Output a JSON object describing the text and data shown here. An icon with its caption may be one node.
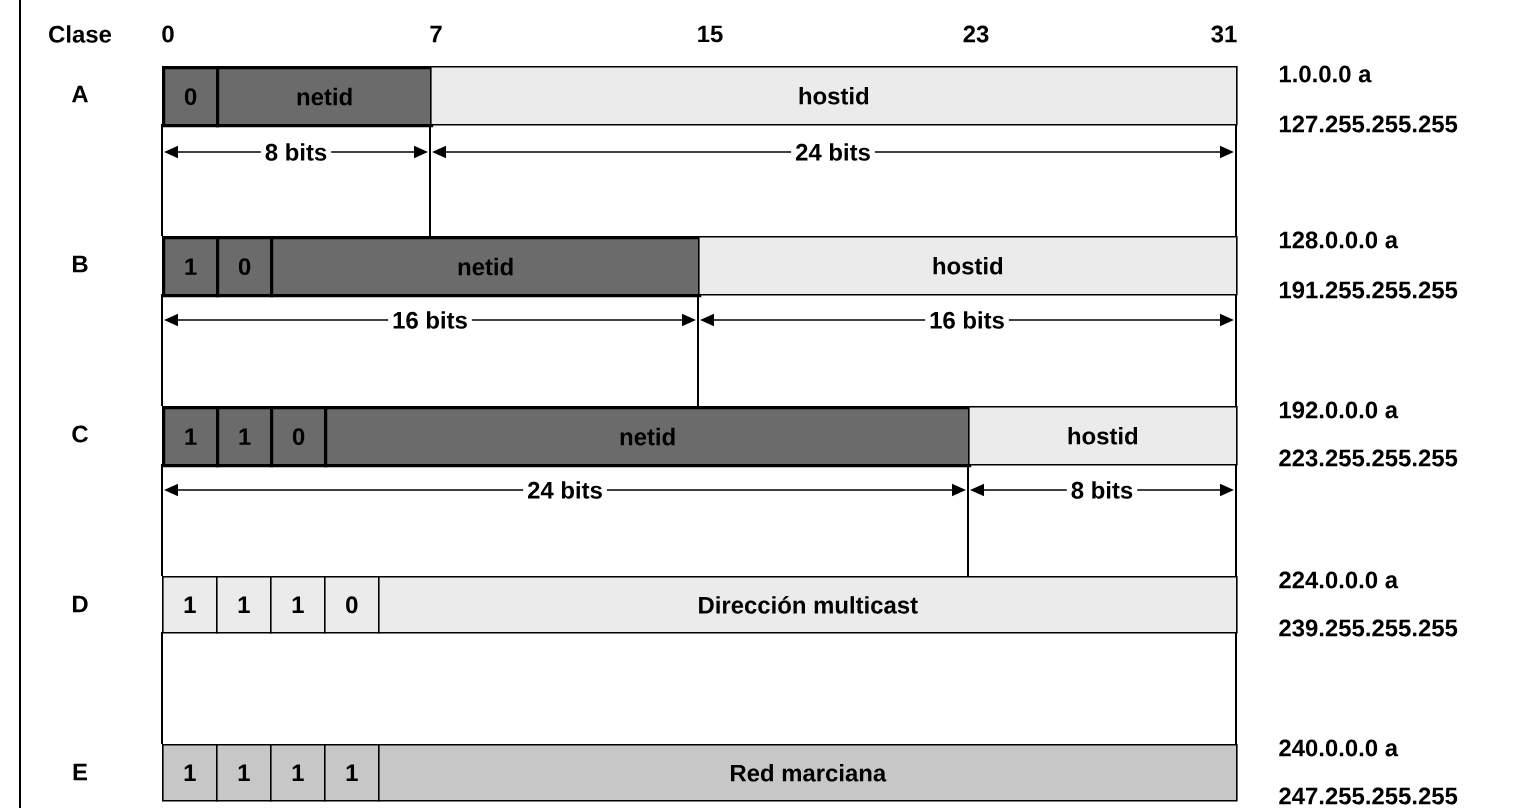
{
  "diagram": {
    "nodes": [
      {
        "text": [
          "0"
        ]
      },
      {
        "text": [
          "netid"
        ]
      },
      {
        "text": [
          "hostid"
        ]
      },
      {
        "text": [
          "1"
        ]
      },
      {
        "text": [
          "0"
        ]
      },
      {
        "text": [
          "netid"
        ]
      },
      {
        "text": [
          "hostid"
        ]
      },
      {
        "text": [
          "1"
        ]
      },
      {
        "text": [
          "1"
        ]
      },
      {
        "text": [
          "0"
        ]
      },
      {
        "text": [
          "netid"
        ]
      },
      {
        "text": [
          "hostid"
        ]
      },
      {
        "text": [
          "1"
        ]
      },
      {
        "text": [
          "1"
        ]
      },
      {
        "text": [
          "1"
        ]
      },
      {
        "text": [
          "0"
        ]
      },
      {
        "text": [
          "Dirección multicast"
        ]
      },
      {
        "text": [
          "1"
        ]
      },
      {
        "text": [
          "1"
        ]
      },
      {
        "text": [
          "1"
        ]
      },
      {
        "text": [
          "1"
        ]
      },
      {
        "text": [
          "Red marciana"
        ]
      }
    ],
    "labels": [
      "Clase",
      "0",
      "7",
      "15",
      "23",
      "31",
      "A",
      "1.0.0.0   a",
      "127.255.255.255",
      "8 bits",
      "24 bits",
      "B",
      "128.0.0.0   a",
      "191.255.255.255",
      "16 bits",
      "16 bits",
      "C",
      "192.0.0.0  a",
      "223.255.255.255",
      "24 bits",
      "8 bits",
      "D",
      "224.0.0.0  a",
      "239.255.255.255",
      "E",
      "240.0.0.0   a",
      "247.255.255.255"
    ]
  }
}
